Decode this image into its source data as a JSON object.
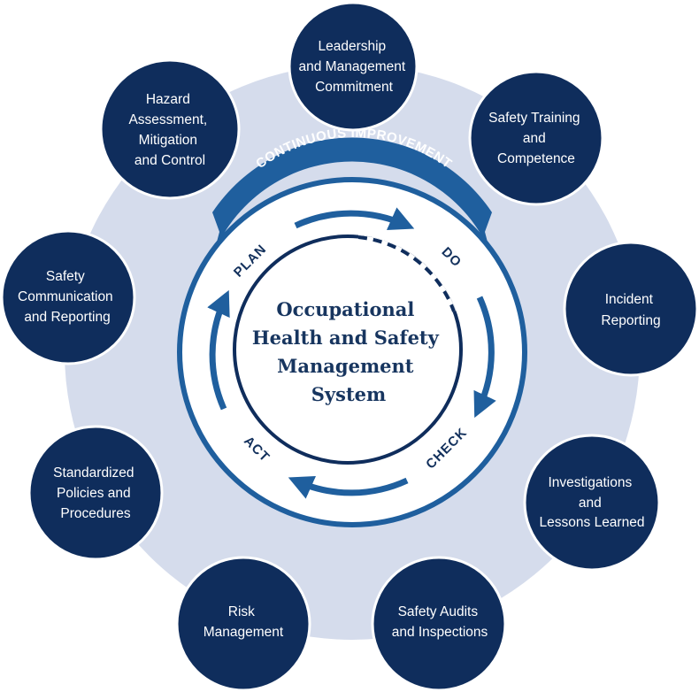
{
  "center": {
    "lines": [
      "Occupational",
      "Health and Safety",
      "Management",
      "System"
    ]
  },
  "banner": {
    "label": "CONTINUOUS IMPROVEMENT"
  },
  "cycle": {
    "plan": "PLAN",
    "do": "DO",
    "check": "CHECK",
    "act": "ACT"
  },
  "nodes": [
    {
      "lines": [
        "Leadership",
        "and Management",
        "Commitment"
      ]
    },
    {
      "lines": [
        "Safety Training",
        "and",
        "Competence"
      ]
    },
    {
      "lines": [
        "Incident",
        "Reporting"
      ]
    },
    {
      "lines": [
        "Investigations",
        "and",
        "Lessons Learned"
      ]
    },
    {
      "lines": [
        "Safety Audits",
        "and Inspections"
      ]
    },
    {
      "lines": [
        "Risk",
        "Management"
      ]
    },
    {
      "lines": [
        "Standardized",
        "Policies and",
        "Procedures"
      ]
    },
    {
      "lines": [
        "Safety",
        "Communication",
        "and Reporting"
      ]
    },
    {
      "lines": [
        "Hazard",
        "Assessment,",
        "Mitigation",
        "and Control"
      ]
    }
  ],
  "colors": {
    "navy": "#0f2d5c",
    "medium_blue": "#1f5f9e",
    "pale_ring": "#d5dcec",
    "white": "#ffffff"
  }
}
